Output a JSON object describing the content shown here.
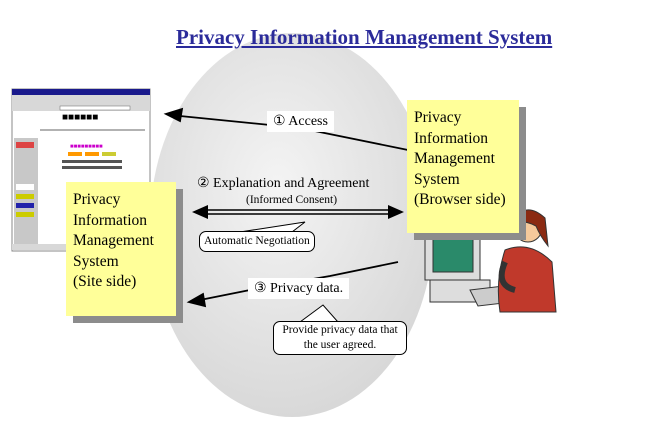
{
  "title": "Privacy Information Management System",
  "site_box": {
    "lines": [
      "Privacy",
      "Information",
      "Management",
      "System",
      "(Site side)"
    ]
  },
  "browser_box": {
    "lines": [
      "Privacy",
      "Information",
      "Management",
      "System",
      "(Browser side)"
    ]
  },
  "steps": {
    "access": "① Access",
    "explanation": "② Explanation and Agreement",
    "informed_consent": "(Informed Consent)",
    "privacy_data": "③ Privacy data."
  },
  "callouts": {
    "negotiation": "Automatic Negotiation",
    "provide": [
      "Provide privacy data that",
      "the user agreed."
    ]
  },
  "colors": {
    "title": "#2b2b9a",
    "box": "#ffff99",
    "ellipse": "#e6e6e6"
  }
}
